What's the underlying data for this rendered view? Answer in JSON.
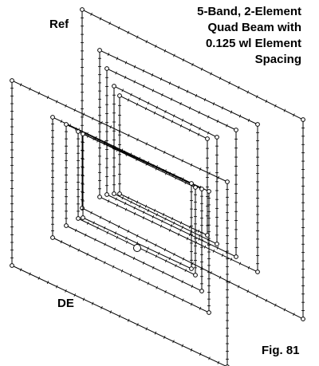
{
  "labels": {
    "title_lines": [
      "5-Band, 2-Element",
      "Quad Beam with",
      "0.125 wl Element",
      "Spacing"
    ],
    "reflector": "Ref",
    "driven_element": "DE",
    "figure": "Fig. 81"
  },
  "colors": {
    "line": "#000000",
    "background": "#ffffff"
  }
}
